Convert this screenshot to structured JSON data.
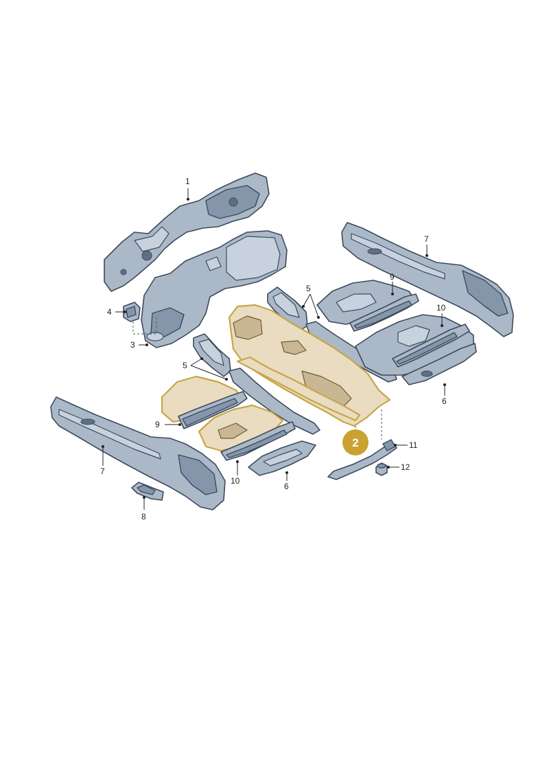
{
  "callouts": {
    "c1": "1",
    "c2": "2",
    "c3": "3",
    "c4": "4",
    "c5a": "5",
    "c5b": "5",
    "c6a": "6",
    "c6b": "6",
    "c7a": "7",
    "c7b": "7",
    "c8": "8",
    "c9a": "9",
    "c9b": "9",
    "c10a": "10",
    "c10b": "10",
    "c11": "11",
    "c12": "12"
  },
  "colors": {
    "part": "#aab8c8",
    "outline": "#3c4a5c",
    "highlight": "#e9dcc0",
    "highlight_outline": "#c9a548",
    "badge": "#c9a231"
  }
}
